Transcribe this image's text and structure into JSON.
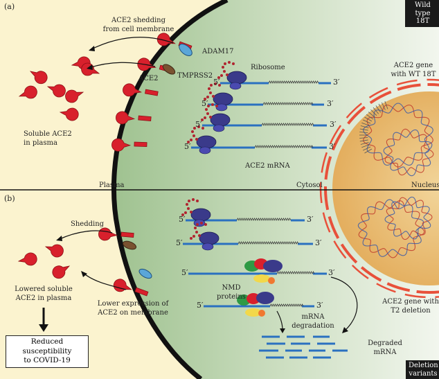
{
  "top": {
    "panel_label": "(a)",
    "tag": [
      "Wild type",
      "18T"
    ],
    "shedding_label": [
      "ACE2 shedding",
      "from cell membrane"
    ],
    "adam17": "ADAM17",
    "ace2": "ACE2",
    "tmprss2": "TMPRSS2",
    "ribosome": "Ribosome",
    "gene_label": [
      "ACE2 gene",
      "with WT 18T"
    ],
    "soluble_label": [
      "Soluble ACE2",
      "in plasma"
    ],
    "mrna_label": "ACE2 mRNA",
    "five_prime": "5′",
    "three_prime": "3′"
  },
  "divider": {
    "plasma": "Plasma",
    "cytosol": "Cytosol",
    "nucleus": "Nucleus"
  },
  "bottom": {
    "panel_label": "(b)",
    "tag": [
      "Deletion",
      "variants"
    ],
    "shedding": "Shedding",
    "lowered_label": [
      "Lowered soluble",
      "ACE2 in plasma"
    ],
    "lower_expr_label": [
      "Lower expression of",
      "ACE2 on membrane"
    ],
    "reduced_box": [
      "Reduced susceptibility",
      "to COVID-19"
    ],
    "nmd_label": [
      "NMD",
      "proteins"
    ],
    "mrna_deg_label": [
      "mRNA",
      "degradation"
    ],
    "degraded_label": [
      "Degraded",
      "mRNA"
    ],
    "gene_label": [
      "ACE2 gene with",
      "T2 deletion"
    ]
  },
  "colors": {
    "plasma_bg": "#fbf3cf",
    "cytosol": "#aecb9c",
    "nucleus": "#e9bd6d",
    "nuclear_envelope": "#e8503a",
    "ace2": "#d8202c",
    "adam17": "#5aa6d8",
    "tmprss2": "#7a5230",
    "mrna": "#2a70c0",
    "ribosome": "#3a3a8a",
    "membrane": "#1a1a1a"
  }
}
